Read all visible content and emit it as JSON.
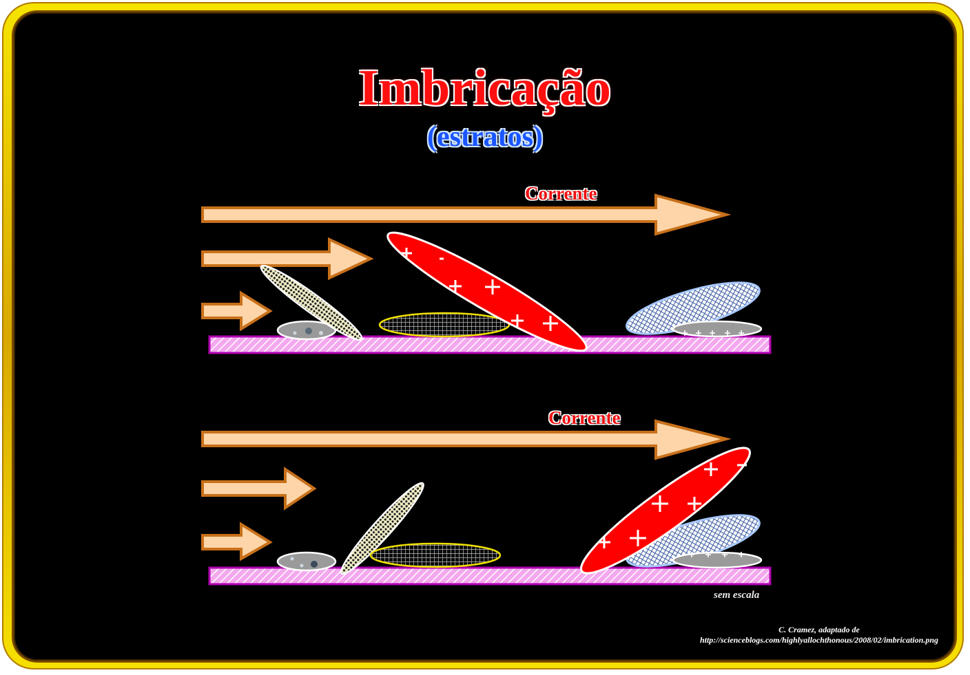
{
  "title": "Imbricação",
  "subtitle": "(estratos)",
  "panel_top": {
    "label": "Corrente"
  },
  "panel_bottom": {
    "label": "Corrente"
  },
  "scale_note": "sem escala",
  "credit": {
    "line1": "C. Cramez, adaptado de",
    "line2": "http://scienceblogs.com/highlyallochthonous/2008/02/imbrication.png"
  },
  "colors": {
    "frame": "#e8c800",
    "background": "#000000",
    "arrow_fill": "#fdd5a8",
    "arrow_stroke": "#c8701a",
    "bed_fill": "#f08ae8",
    "bed_stroke": "#b000b0",
    "clast_red": "#ff0000",
    "clast_gray": "#9a9a9a",
    "clast_blue_outline": "#a8c8ff",
    "clast_yellow_outline": "#f0e000",
    "title_red": "#ff1010",
    "subtitle_blue": "#1a55ff"
  }
}
